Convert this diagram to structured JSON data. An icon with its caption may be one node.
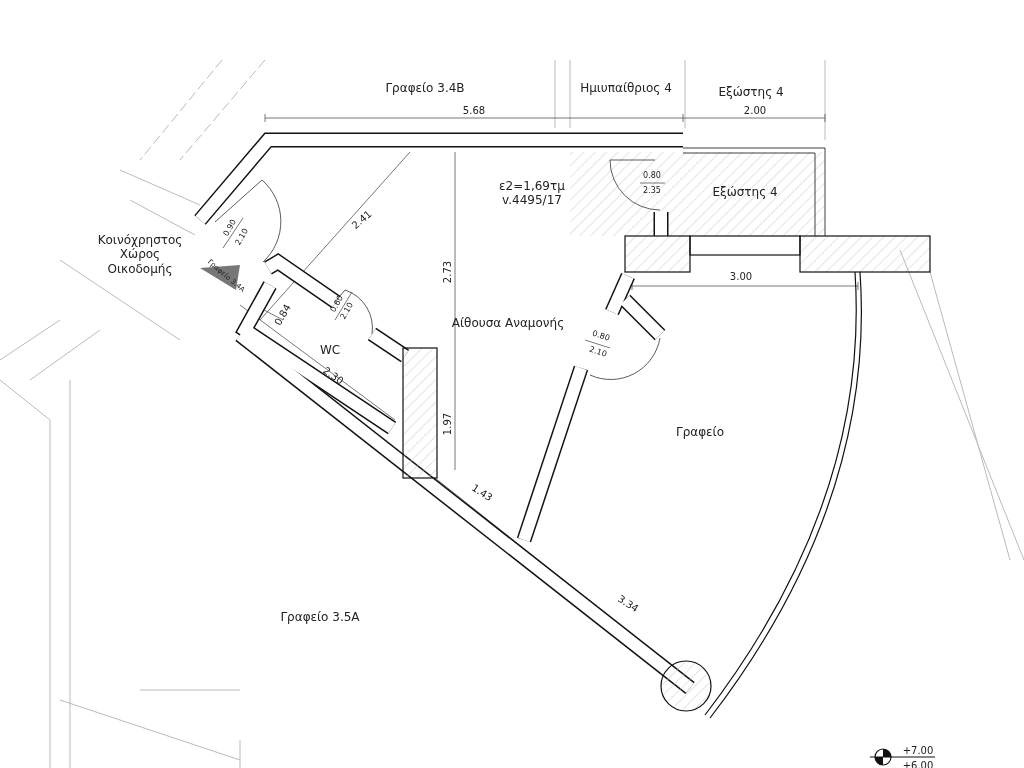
{
  "diagram": {
    "labels": [
      "Γραφείο 3.4B",
      "Ημιυπαίθριος 4",
      "Εξώστης 4",
      "5.68",
      "2.00",
      "ε2=1,69τμ v.4495/17",
      "0.80",
      "2.35",
      "Εξώστης 4",
      "Κοινόχρηστος Χώρος Οικοδομής",
      "0.90",
      "2.10",
      "Γραφείο 3.4A",
      "2.41",
      "2.73",
      "3.00",
      "0.84",
      "0.60",
      "2.10",
      "Αίθουσα Αναμονής",
      "WC",
      "0.80",
      "2.10",
      "2.30",
      "Γραφείο",
      "1.97",
      "1.43",
      "3.34",
      "Γραφείο 3.5A",
      "+7.00",
      "+6.00"
    ]
  }
}
